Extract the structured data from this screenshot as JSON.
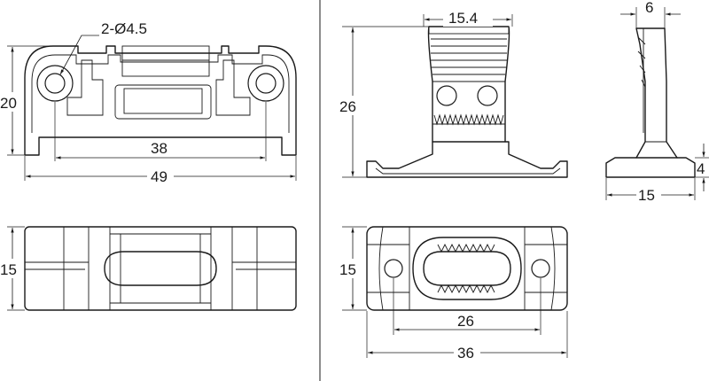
{
  "views": {
    "front": {
      "hole_callout": "2-Ø4.5",
      "height": "20",
      "hole_spacing": "38",
      "width": "49"
    },
    "bottom_left": {
      "depth": "15"
    },
    "side": {
      "top_width": "15.4",
      "height": "26"
    },
    "end": {
      "top_width": "6",
      "base_height": "4",
      "base_width": "15"
    },
    "bottom_right": {
      "depth": "15",
      "slot_length": "26",
      "length": "36"
    }
  }
}
